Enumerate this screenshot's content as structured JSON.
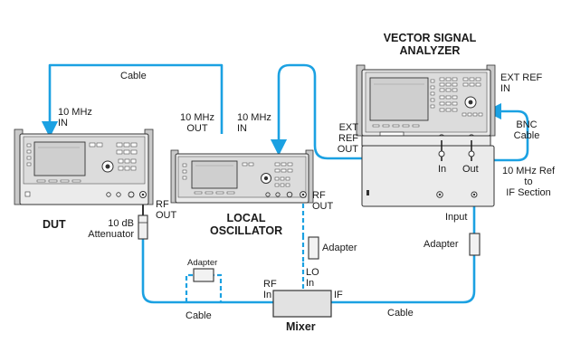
{
  "instruments": {
    "vsa": {
      "title": "VECTOR SIGNAL\nANALYZER",
      "ext_ref_in": "EXT REF\nIN",
      "ext_ref_out": "EXT\nREF\nOUT",
      "in_port": "In",
      "out_port": "Out",
      "input": "Input"
    },
    "dut": {
      "title": "DUT",
      "ref_in": "10 MHz\nIN",
      "rf_out": "RF\nOUT"
    },
    "local_oscillator": {
      "title": "LOCAL\nOSCILLATOR",
      "ref_out": "10 MHz\nOUT",
      "ref_in": "10 MHz\nIN",
      "rf_out": "RF\nOUT"
    },
    "mixer": {
      "title": "Mixer",
      "rf_in": "RF\nIn",
      "lo_in": "LO\nIn",
      "if_out": "IF"
    }
  },
  "connections": {
    "cable_top": "Cable",
    "bnc_cable": "BNC\nCable",
    "ref_to_if": "10 MHz Ref\nto\nIF Section",
    "attenuator": "10 dB\nAttenuator",
    "adapter_lo": "Adapter",
    "adapter_dashed": "Adapter",
    "adapter_input": "Adapter",
    "cable_rf": "Cable",
    "cable_if": "Cable"
  },
  "colors": {
    "cable": "#1ba1e2",
    "instrument_body": "#e9e9e9",
    "instrument_edge": "#3a3a3a",
    "screen": "#d2d2d2"
  }
}
